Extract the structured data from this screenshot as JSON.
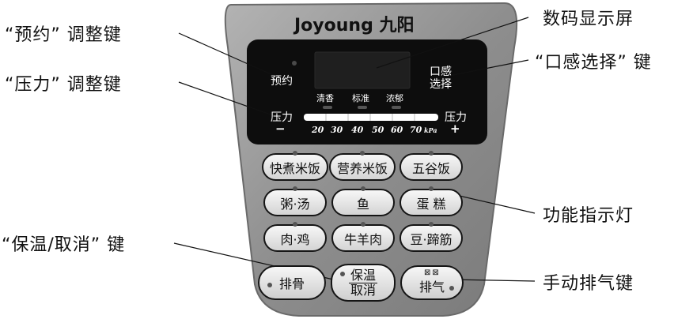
{
  "brand": {
    "name": "Joyoung 九阳"
  },
  "callouts": {
    "timer_key": "“预约” 调整键",
    "pressure_key": "“压力” 调整键",
    "keep_warm_cancel_key": "“保温/取消” 键",
    "digital_display": "数码显示屏",
    "taste_select_key": "“口感选择” 键",
    "function_indicator": "功能指示灯",
    "manual_vent_key": "手动排气键"
  },
  "display_panel": {
    "timer_label": "预约",
    "taste_label_line1": "口感",
    "taste_label_line2": "选择",
    "taste_options": [
      "清香",
      "标准",
      "浓郁"
    ],
    "pressure_label": "压力",
    "pressure_minus": "−",
    "pressure_plus": "+",
    "pressure_scale": [
      "20",
      "30",
      "40",
      "50",
      "60",
      "70"
    ],
    "pressure_unit": "kPa"
  },
  "function_buttons": [
    [
      "快煮米饭",
      "营养米饭",
      "五谷饭"
    ],
    [
      "粥·汤",
      "鱼",
      "蛋 糕"
    ],
    [
      "肉·鸡",
      "牛羊肉",
      "豆·蹄筋"
    ]
  ],
  "bottom_keys": {
    "bone": "排骨",
    "keep_warm": "保温",
    "cancel": "取消",
    "vent": "排气"
  },
  "colors": {
    "panel_gray": "#8f8f8f",
    "panel_light": "#a8a8a8",
    "display_black": "#0d0d0d",
    "button_face": "#e6e6e6"
  }
}
